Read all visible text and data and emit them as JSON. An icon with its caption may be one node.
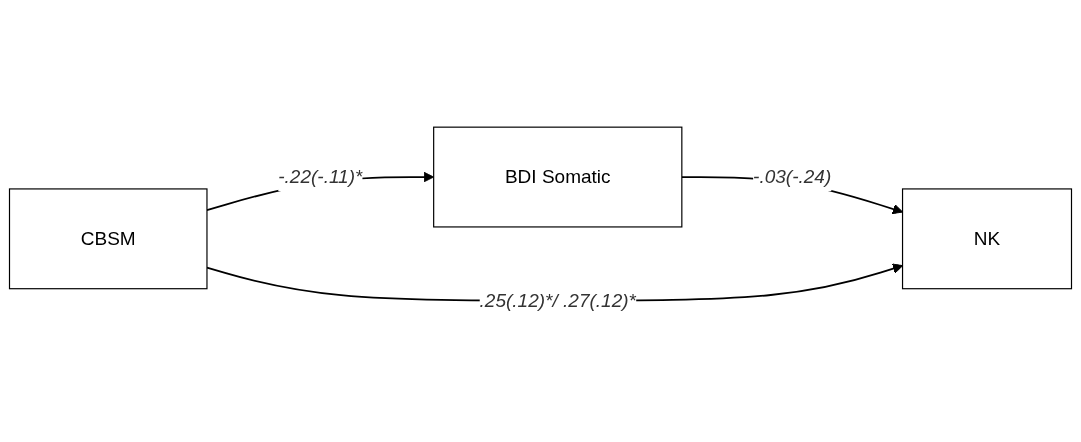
{
  "diagram": {
    "nodes": [
      {
        "text": [
          "BDI Somatic"
        ]
      },
      {
        "text": [
          "CBSM"
        ]
      },
      {
        "text": [
          "NK"
        ]
      }
    ],
    "edges": [
      {
        "from": 1,
        "to": 0,
        "arrow": "to",
        "label": "-.22(-.11)*"
      },
      {
        "from": 0,
        "to": 2,
        "arrow": "to",
        "label": "-.03(-.24)"
      },
      {
        "from": 1,
        "to": 2,
        "arrow": "to",
        "label": ".25(.12)*/ .27(.12)*"
      }
    ]
  }
}
